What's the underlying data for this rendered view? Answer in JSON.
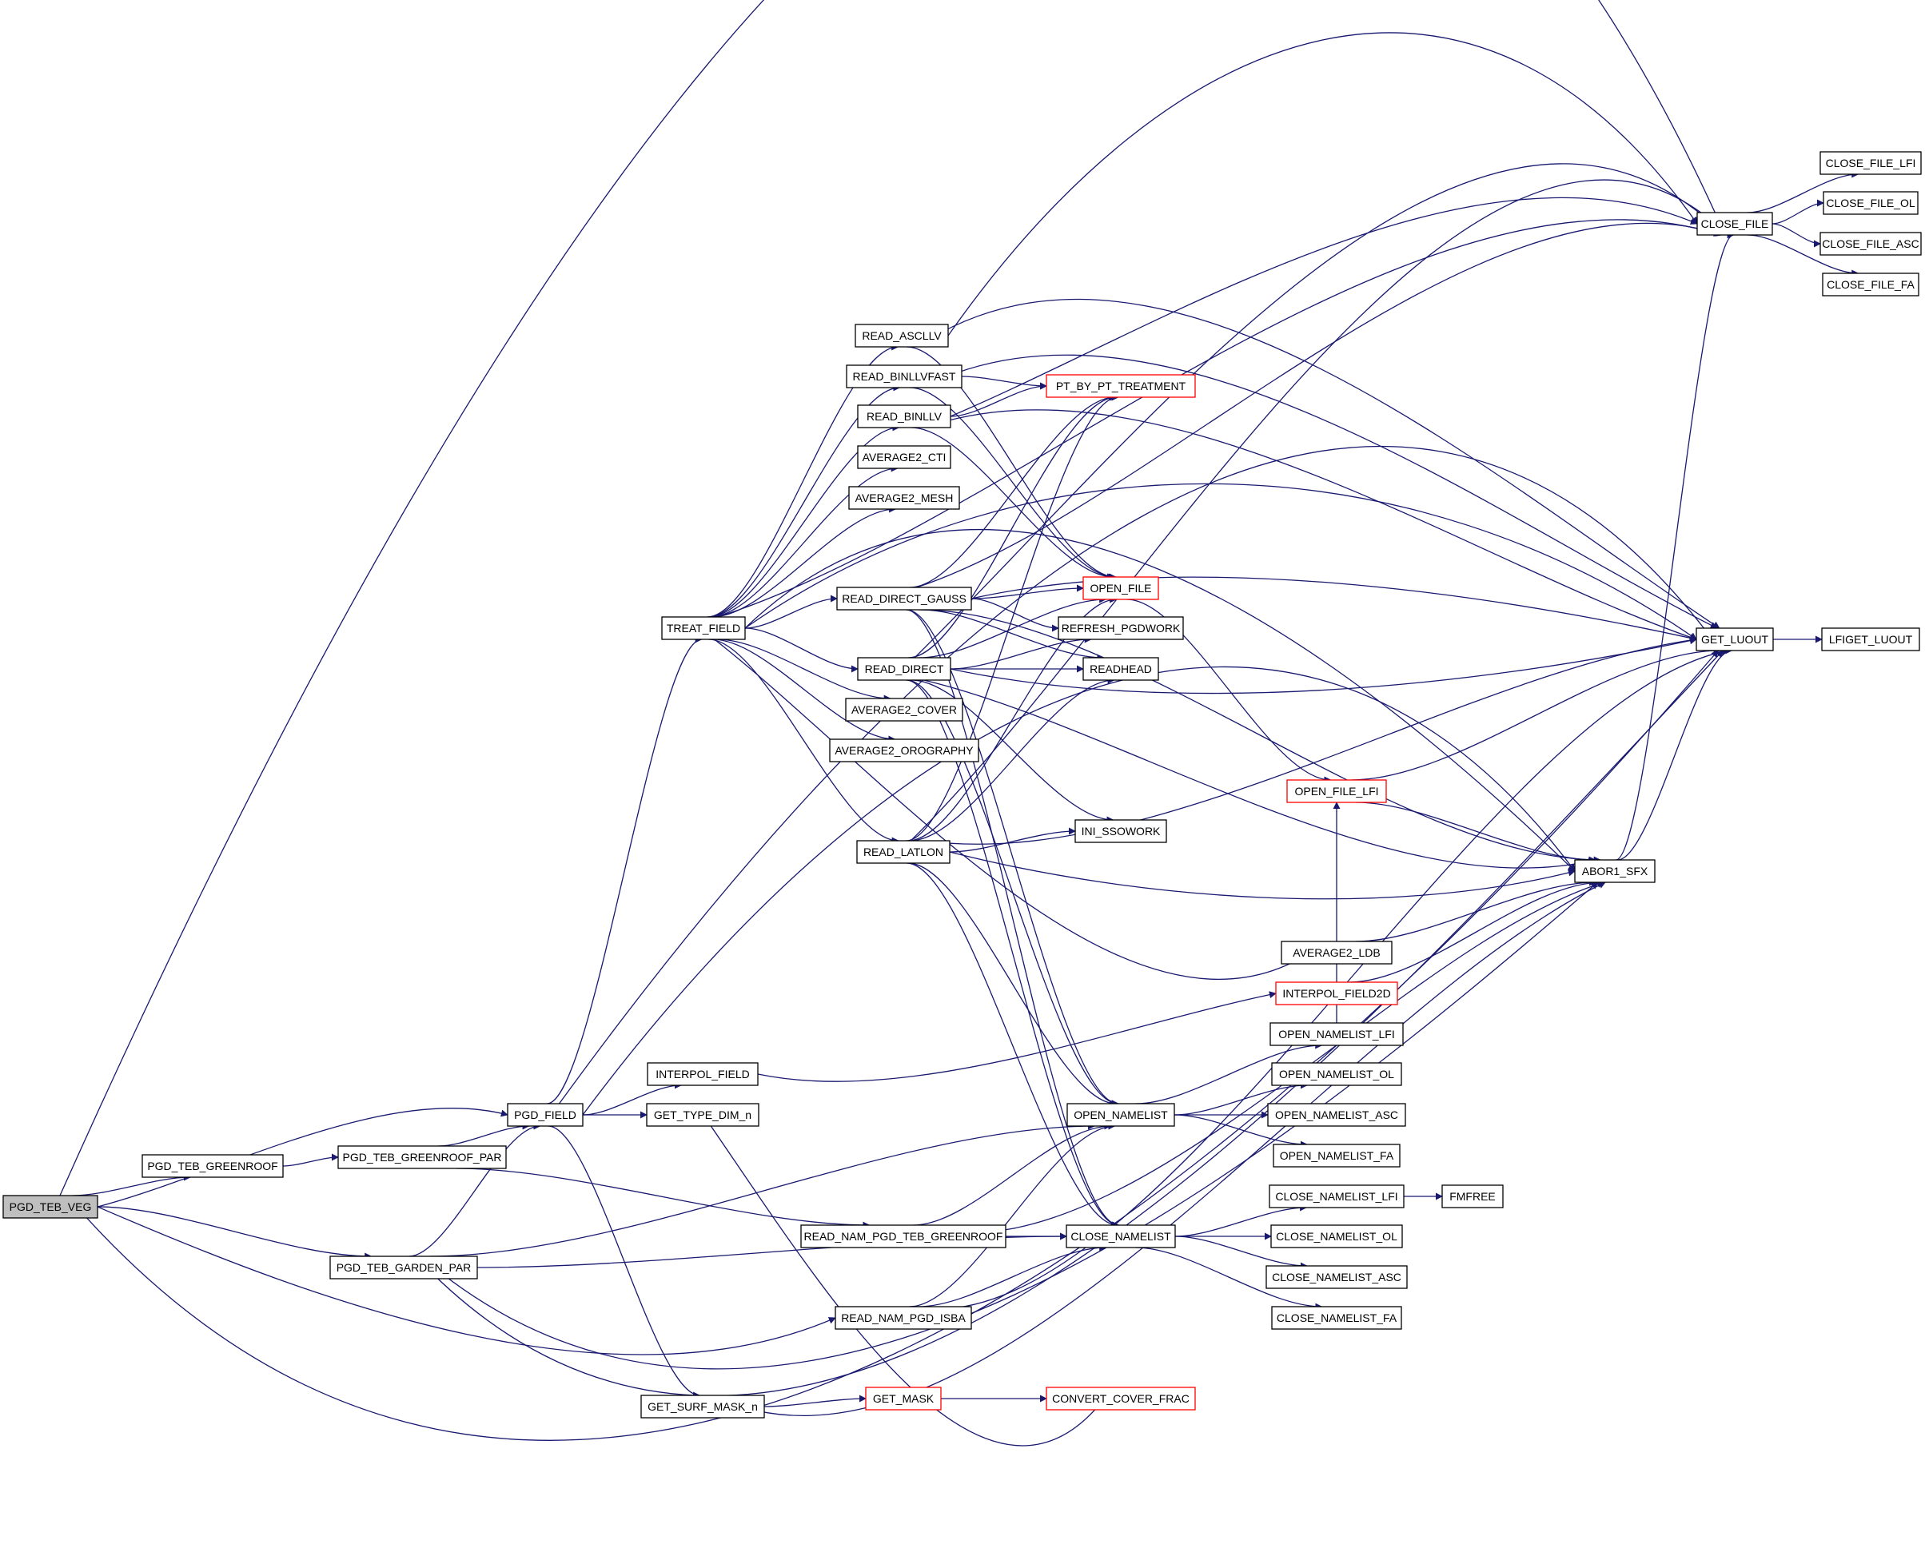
{
  "colors": {
    "edge": "#191970",
    "node_border": "#000000",
    "incomplete_border": "#ff0000",
    "root_fill": "#bfbfbf",
    "background": "#ffffff"
  },
  "nodes": {
    "PGD_TEB_VEG": "PGD_TEB_VEG",
    "PGD_TEB_GREENROOF": "PGD_TEB_GREENROOF",
    "PGD_TEB_GREENROOF_PAR": "PGD_TEB_GREENROOF_PAR",
    "PGD_TEB_GARDEN_PAR": "PGD_TEB_GARDEN_PAR",
    "PGD_FIELD": "PGD_FIELD",
    "INTERPOL_FIELD": "INTERPOL_FIELD",
    "GET_TYPE_DIM_n": "GET_TYPE_DIM_n",
    "GET_SURF_MASK_n": "GET_SURF_MASK_n",
    "GET_MASK": "GET_MASK",
    "CONVERT_COVER_FRAC": "CONVERT_COVER_FRAC",
    "TREAT_FIELD": "TREAT_FIELD",
    "READ_ASCLLV": "READ_ASCLLV",
    "READ_BINLLVFAST": "READ_BINLLVFAST",
    "READ_BINLLV": "READ_BINLLV",
    "AVERAGE2_CTI": "AVERAGE2_CTI",
    "AVERAGE2_MESH": "AVERAGE2_MESH",
    "READ_DIRECT_GAUSS": "READ_DIRECT_GAUSS",
    "READ_DIRECT": "READ_DIRECT",
    "AVERAGE2_COVER": "AVERAGE2_COVER",
    "AVERAGE2_OROGRAPHY": "AVERAGE2_OROGRAPHY",
    "READ_LATLON": "READ_LATLON",
    "PT_BY_PT_TREATMENT": "PT_BY_PT_TREATMENT",
    "OPEN_FILE": "OPEN_FILE",
    "REFRESH_PGDWORK": "REFRESH_PGDWORK",
    "READHEAD": "READHEAD",
    "INI_SSOWORK": "INI_SSOWORK",
    "READ_NAM_PGD_TEB_GREENROOF": "READ_NAM_PGD_TEB_GREENROOF",
    "READ_NAM_PGD_ISBA": "READ_NAM_PGD_ISBA",
    "OPEN_NAMELIST": "OPEN_NAMELIST",
    "CLOSE_NAMELIST": "CLOSE_NAMELIST",
    "OPEN_NAMELIST_LFI": "OPEN_NAMELIST_LFI",
    "OPEN_NAMELIST_OL": "OPEN_NAMELIST_OL",
    "OPEN_NAMELIST_ASC": "OPEN_NAMELIST_ASC",
    "OPEN_NAMELIST_FA": "OPEN_NAMELIST_FA",
    "CLOSE_NAMELIST_LFI": "CLOSE_NAMELIST_LFI",
    "CLOSE_NAMELIST_OL": "CLOSE_NAMELIST_OL",
    "CLOSE_NAMELIST_ASC": "CLOSE_NAMELIST_ASC",
    "CLOSE_NAMELIST_FA": "CLOSE_NAMELIST_FA",
    "FMFREE": "FMFREE",
    "AVERAGE2_LDB": "AVERAGE2_LDB",
    "INTERPOL_FIELD2D": "INTERPOL_FIELD2D",
    "OPEN_FILE_LFI": "OPEN_FILE_LFI",
    "ABOR1_SFX": "ABOR1_SFX",
    "CLOSE_FILE": "CLOSE_FILE",
    "GET_LUOUT": "GET_LUOUT",
    "LFIGET_LUOUT": "LFIGET_LUOUT",
    "CLOSE_FILE_LFI": "CLOSE_FILE_LFI",
    "CLOSE_FILE_OL": "CLOSE_FILE_OL",
    "CLOSE_FILE_ASC": "CLOSE_FILE_ASC",
    "CLOSE_FILE_FA": "CLOSE_FILE_FA"
  }
}
